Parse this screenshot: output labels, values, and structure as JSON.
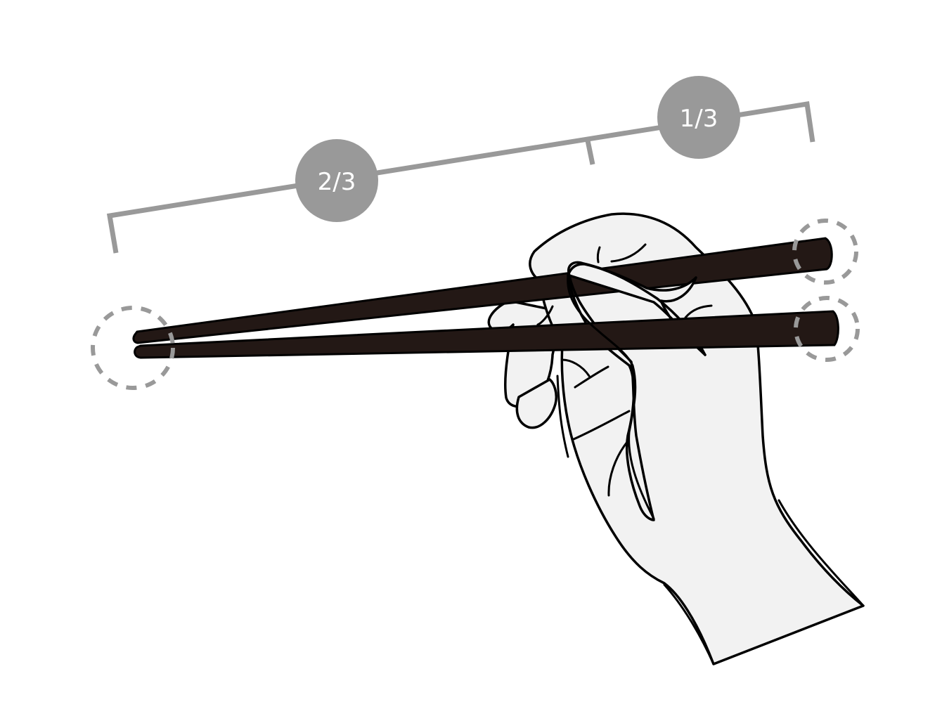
{
  "diagram": {
    "measure": {
      "segments": [
        {
          "id": "grip-portion",
          "label": "2/3"
        },
        {
          "id": "tip-end-portion",
          "label": "1/3"
        }
      ],
      "color": "#999999"
    },
    "chopsticks": {
      "count": 2,
      "color": "#231815"
    },
    "hand": {
      "fill": "#f2f2f2",
      "stroke": "#000000"
    },
    "highlights": {
      "style": "dashed-circle",
      "color": "#999999"
    }
  }
}
